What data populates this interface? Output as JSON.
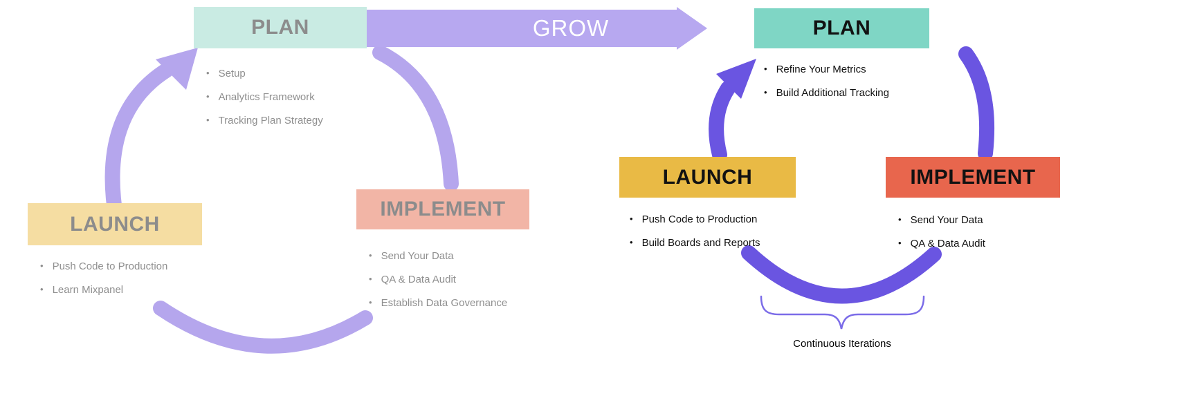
{
  "left_cycle": {
    "plan": {
      "label": "PLAN",
      "bullets": [
        "Setup",
        "Analytics Framework",
        "Tracking Plan Strategy"
      ]
    },
    "implement": {
      "label": "IMPLEMENT",
      "bullets": [
        "Send Your Data",
        "QA & Data Audit",
        "Establish Data Governance"
      ]
    },
    "launch": {
      "label": "LAUNCH",
      "bullets": [
        "Push Code to Production",
        "Learn Mixpanel"
      ]
    }
  },
  "grow": {
    "label": "GROW"
  },
  "right_cycle": {
    "plan": {
      "label": "PLAN",
      "bullets": [
        "Refine Your Metrics",
        "Build Additional Tracking"
      ]
    },
    "launch": {
      "label": "LAUNCH",
      "bullets": [
        "Push Code to Production",
        "Build Boards and Reports"
      ]
    },
    "implement": {
      "label": "IMPLEMENT",
      "bullets": [
        "Send Your Data",
        "QA & Data Audit"
      ]
    },
    "caption": "Continuous Iterations"
  },
  "colors": {
    "background": "#ffffff",
    "left_plan_bg": "#c9ebe3",
    "left_implement_bg": "#f2b5a6",
    "left_launch_bg": "#f5dda2",
    "left_text": "#8c8c8c",
    "left_arrow": "#b5a6ed",
    "grow_bg": "#b7a8f0",
    "grow_text": "#ffffff",
    "right_plan_bg": "#7fd6c5",
    "right_launch_bg": "#e9ba45",
    "right_implement_bg": "#e8664d",
    "right_text": "#121212",
    "right_arrow": "#6a55e1",
    "brace": "#7b6ce8"
  }
}
